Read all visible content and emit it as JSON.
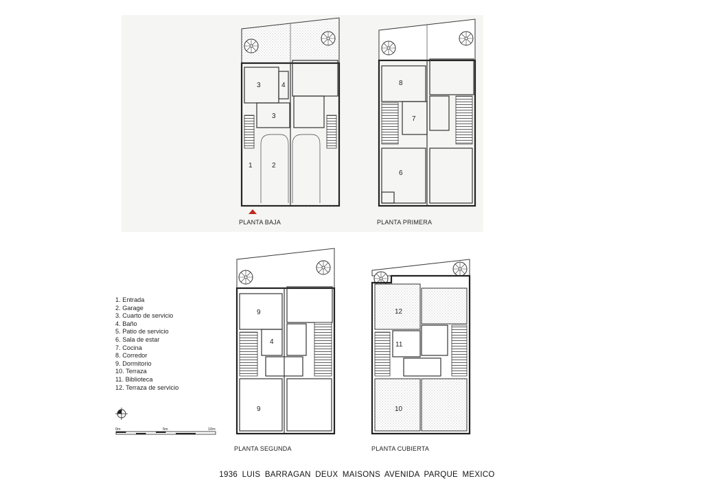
{
  "plans": [
    {
      "key": "baja",
      "label": "PLANTA BAJA"
    },
    {
      "key": "primera",
      "label": "PLANTA PRIMERA"
    },
    {
      "key": "segunda",
      "label": "PLANTA SEGUNDA"
    },
    {
      "key": "cubierta",
      "label": "PLANTA CUBIERTA"
    }
  ],
  "room_numbers": {
    "baja": [
      "3",
      "4",
      "3",
      "1",
      "2"
    ],
    "primera": [
      "8",
      "7",
      "6"
    ],
    "segunda": [
      "9",
      "4",
      "9"
    ],
    "cubierta": [
      "12",
      "11",
      "10"
    ]
  },
  "legend": [
    "1. Entrada",
    "2. Garage",
    "3. Cuarto de servicio",
    "4. Baño",
    "5. Patio de servicio",
    "6. Sala de estar",
    "7. Cocina",
    "8. Corredor",
    "9. Dormitorio",
    "10. Terraza",
    "11. Biblioteca",
    "12. Terraza de servicio"
  ],
  "scale_bar": {
    "labels": [
      "0m",
      "5m",
      "10m"
    ]
  },
  "caption": "1936  LUIS  BARRAGAN  DEUX  MAISONS  AVENIDA  PARQUE  MEXICO",
  "colors": {
    "background": "#ffffff",
    "panel": "#f4f4f2",
    "wall": "#222222",
    "hatch": "#b8b8b8",
    "entry_marker": "#c0281e"
  }
}
